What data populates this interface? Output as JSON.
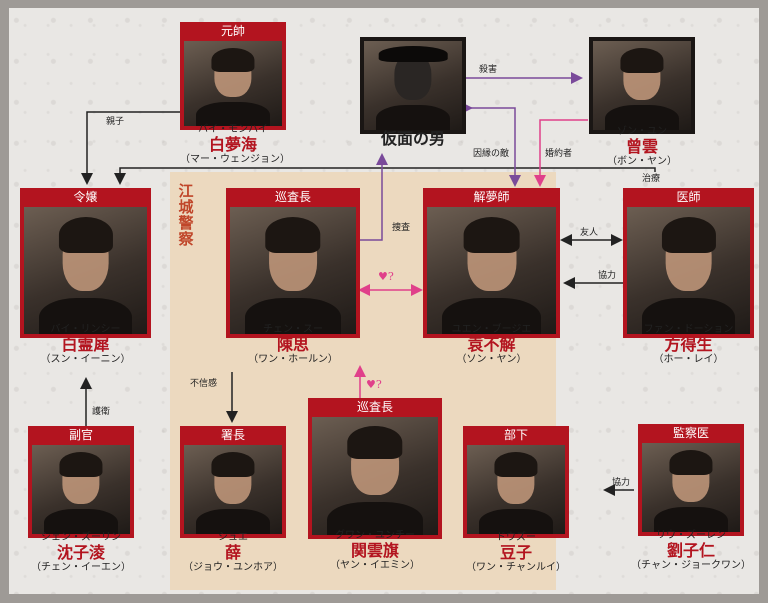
{
  "zone_label": "江城警察",
  "colors": {
    "card": "#b3141f",
    "zone": "#ecd9bf",
    "link_black": "#222222",
    "link_purple": "#7a4a9a",
    "link_pink": "#e0408a"
  },
  "people": {
    "marshal": {
      "role": "元帥",
      "kana": "バイ・モンハイ",
      "kanji": "白夢海",
      "actor": "（マー・ウェンジョン）"
    },
    "maskman": {
      "role": "",
      "kana": "",
      "kanji": "仮面の男",
      "actor": ""
    },
    "zeng": {
      "role": "",
      "kana": "ゾン・ユン",
      "kanji": "曾雲",
      "actor": "（ボン・ヤン）"
    },
    "lady": {
      "role": "令嬢",
      "kana": "バイ・リンシー",
      "kanji": "白霊犀",
      "actor": "（スン・イーニン）"
    },
    "chief": {
      "role": "巡査長",
      "kana": "チェン・スー",
      "kanji": "陳思",
      "actor": "（ワン・ホールン）"
    },
    "dreamer": {
      "role": "解夢師",
      "kana": "ユエン・ブージエ",
      "kanji": "袁不解",
      "actor": "（ソン・ヤン）"
    },
    "doctor": {
      "role": "医師",
      "kana": "ファン・ドーション",
      "kanji": "方得生",
      "actor": "（ホー・レイ）"
    },
    "aide": {
      "role": "副官",
      "kana": "シェン・ズーリン",
      "kanji": "沈子淩",
      "actor": "（チェン・イーエン）"
    },
    "director": {
      "role": "署長",
      "kana": "シュエ",
      "kanji": "薛",
      "actor": "（ジョウ・ユンホア）"
    },
    "officer": {
      "role": "巡査長",
      "kana": "グワン・ユンチー",
      "kanji": "関雲旗",
      "actor": "（ヤン・イエミン）"
    },
    "sub": {
      "role": "部下",
      "kana": "ドウズー",
      "kanji": "豆子",
      "actor": "（ワン・チャンルイ）"
    },
    "examiner": {
      "role": "監察医",
      "kana": "リウ・ズーレン",
      "kanji": "劉子仁",
      "actor": "（チャン・ジョークワン）"
    }
  },
  "relations": {
    "murder": "殺害",
    "father": "親子",
    "fate": "因縁の敵",
    "fiance": "婚約者",
    "treat": "治療",
    "search": "捜査",
    "friend": "友人",
    "coop1": "協力",
    "distrust": "不信感",
    "escort": "護衛",
    "coop2": "協力",
    "heart": "♥?"
  }
}
